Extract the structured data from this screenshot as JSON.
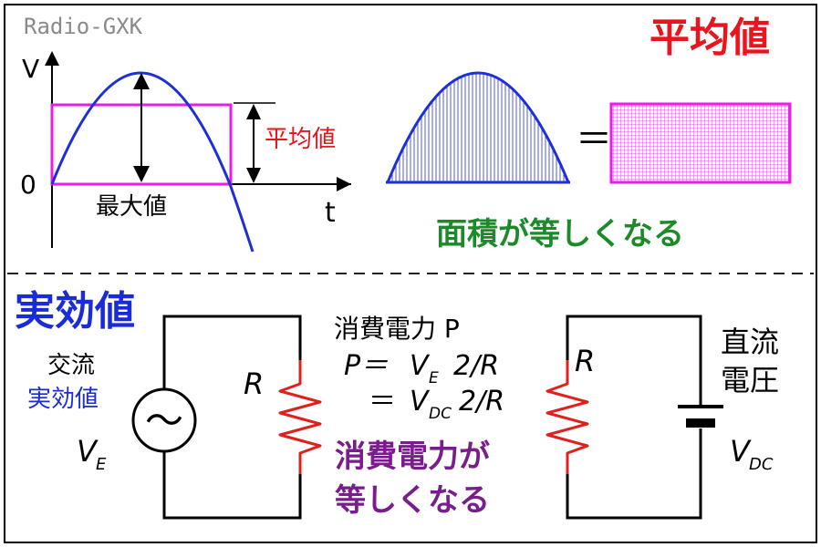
{
  "watermark": "Radio-GXK",
  "colors": {
    "wave": "#1f2fd6",
    "rect": "#e61ee6",
    "resistor": "#e0201c",
    "title_red": "#e8141e",
    "title_blue": "#1a2bd8",
    "green": "#1d8a2a",
    "purple": "#7a1d8c",
    "black": "#000000",
    "gray": "#8a8a8a"
  },
  "average": {
    "title": "平均値",
    "axis_v": "V",
    "axis_t": "t",
    "origin": "0",
    "max_label": "最大値",
    "avg_label": "平均値",
    "equals": "＝",
    "area_caption": "面積が等しくなる"
  },
  "rms": {
    "title": "実効値",
    "ac_label_1": "交流",
    "ac_label_2": "実効値",
    "ac_symbol": "～",
    "ve_main": "V",
    "ve_sub": "E",
    "r_left": "R",
    "r_right": "R",
    "power_line1": "消費電力 P",
    "eq1_lhs": "P＝",
    "eq1_v": "V",
    "eq1_sub": "E",
    "eq1_tail": "2/R",
    "eq2_lhs": "＝",
    "eq2_v": "V",
    "eq2_sub": "DC",
    "eq2_tail": "2/R",
    "power_equal_1": "消費電力が",
    "power_equal_2": "等しくなる",
    "dc_label_1": "直流",
    "dc_label_2": "電圧",
    "vdc_main": "V",
    "vdc_sub": "DC"
  }
}
